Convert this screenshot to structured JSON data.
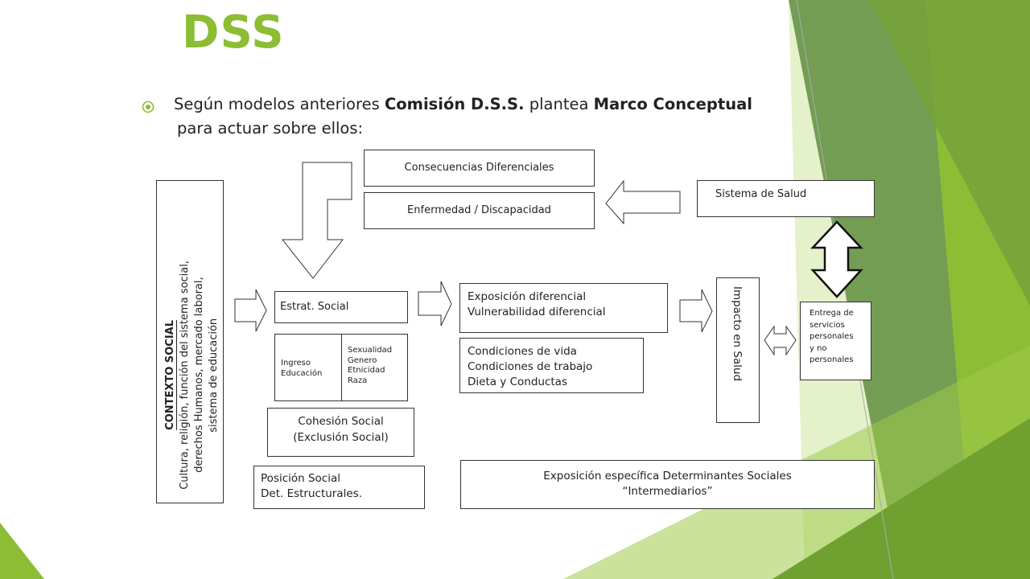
{
  "title": "DSS",
  "bullet": {
    "part1": "Según modelos anteriores ",
    "bold1": "Comisión D.S.S.",
    "part2": " plantea ",
    "bold2": "Marco Conceptual",
    "line2": "para  actuar sobre ellos:"
  },
  "diagram": {
    "contexto_title": "CONTEXTO SOCIAL",
    "contexto_lines": [
      "Cultura, religión, función del sistema social,",
      "derechos Humanos, mercado laboral,",
      "sistema de educación"
    ],
    "consecuencias": "Consecuencias Diferenciales",
    "enfermedad": "Enfermedad / Discapacidad",
    "sistema_salud": "Sistema de Salud",
    "estrat_social": "Estrat. Social",
    "ingreso": [
      "Ingreso",
      "Educación"
    ],
    "sexualidad": [
      "Sexualidad",
      "Genero",
      "Etnicidad",
      "Raza"
    ],
    "cohesion": [
      "Cohesión Social",
      "(Exclusión Social)"
    ],
    "posicion": [
      "Posición Social",
      "Det. Estructurales."
    ],
    "exposicion": [
      "Exposición diferencial",
      "Vulnerabilidad diferencial"
    ],
    "condiciones": [
      "Condiciones de vida",
      "Condiciones de trabajo",
      "Dieta y Conductas"
    ],
    "impacto": "Impacto en Salud",
    "entrega": [
      "Entrega de",
      "servicios",
      "personales",
      "y no",
      "personales"
    ],
    "exposicion_especifica": [
      "Exposición específica Determinantes Sociales",
      "“Intermediarios”"
    ]
  },
  "colors": {
    "accent": "#8cbd34",
    "dark_green": "#5f8e3e",
    "light_green": "#cfe6a0"
  }
}
